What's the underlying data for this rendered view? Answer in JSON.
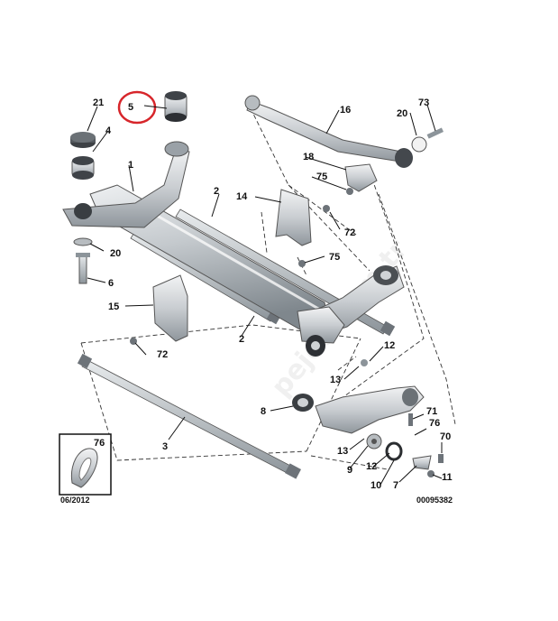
{
  "parts": {
    "p1": "1",
    "p2a": "2",
    "p2b": "2",
    "p3": "3",
    "p4": "4",
    "p5": "5",
    "p6": "6",
    "p7": "7",
    "p8": "8",
    "p9": "9",
    "p10": "10",
    "p11": "11",
    "p12a": "12",
    "p12b": "12",
    "p13a": "13",
    "p13b": "13",
    "p14": "14",
    "p15": "15",
    "p16": "16",
    "p18": "18",
    "p20a": "20",
    "p20b": "20",
    "p21": "21",
    "p70": "70",
    "p71": "71",
    "p72a": "72",
    "p72b": "72",
    "p73": "73",
    "p75a": "75",
    "p75b": "75",
    "p76a": "76",
    "p76b": "76"
  },
  "inset_label": "76",
  "date_code": "06/2012",
  "reference": "00095382",
  "watermark": "pejoa.com.tr",
  "highlight_color": "#d7262b"
}
